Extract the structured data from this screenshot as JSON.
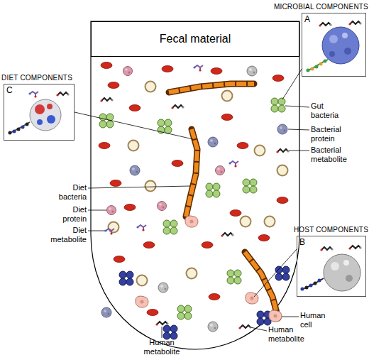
{
  "diagram": {
    "nodes": [
      {
        "text": [
          "MICROBIAL COMPONENTS",
          "A"
        ]
      },
      {
        "text": [
          "Fecal material"
        ]
      },
      {
        "text": [
          "DIET COMPONENTS",
          "C"
        ]
      },
      {
        "text": [
          "HOST COMPONENTS",
          "B"
        ]
      }
    ],
    "labels": [
      "Gut bacteria",
      "Bacterial protein",
      "Bacterial metabolite",
      "Diet bacteria",
      "Diet protein",
      "Diet metabolite",
      "Human cell",
      "Human metabolite",
      "Human metabolite"
    ]
  }
}
